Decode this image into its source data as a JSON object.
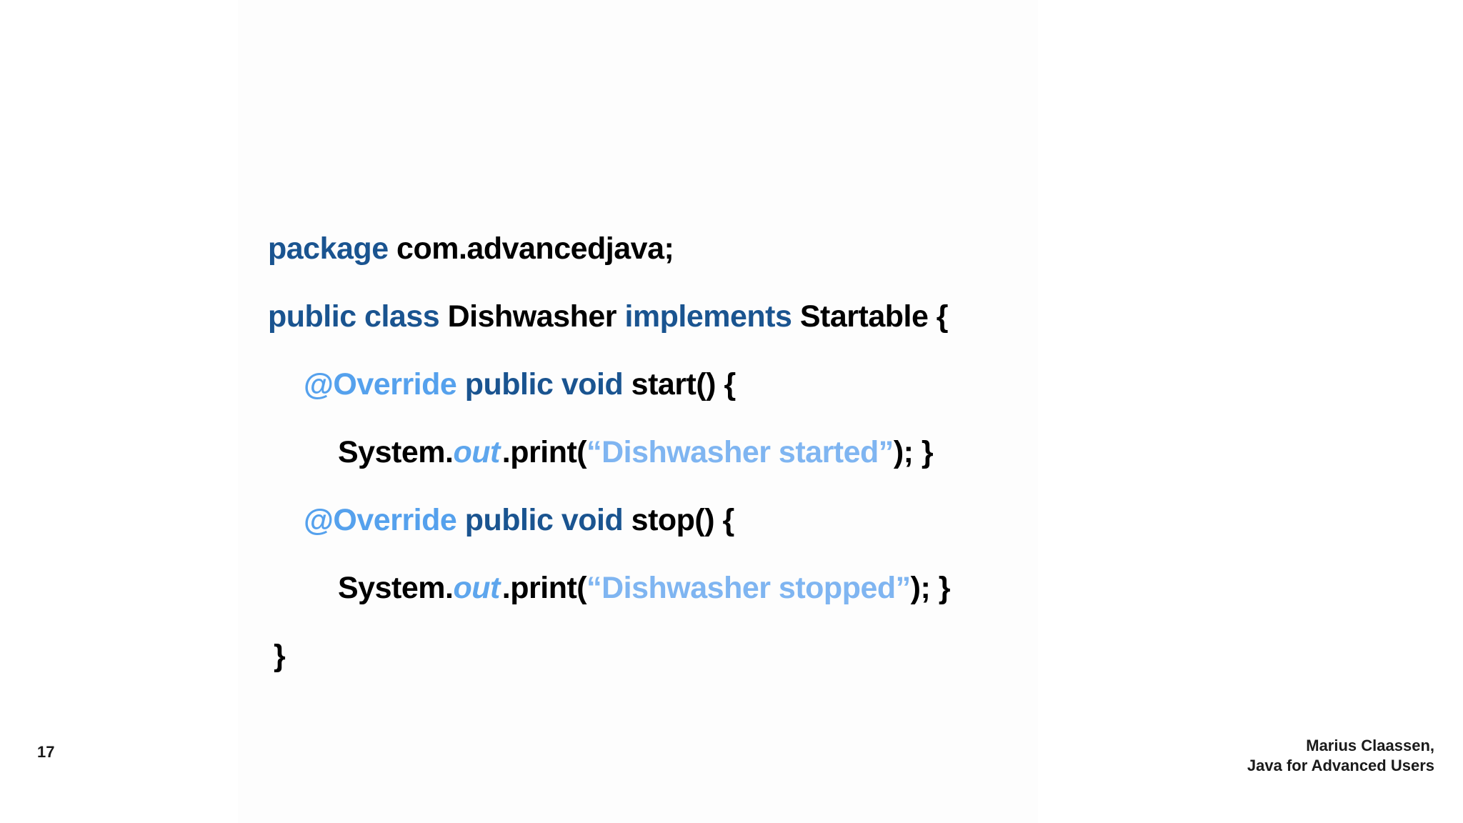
{
  "slide": {
    "page_number": "17",
    "credit": {
      "line1": "Marius Claassen,",
      "line2": "Java for Advanced Users"
    }
  },
  "colors": {
    "background": "#ffffff",
    "plain": "#000000",
    "keyword": "#1a5490",
    "annotation": "#55a1ed",
    "field": "#5ea6ed",
    "string": "#7fb5f1"
  },
  "code": {
    "language": "java",
    "lines": [
      {
        "indent": 0,
        "tokens": [
          {
            "type": "keyword",
            "text": "package"
          },
          {
            "type": "plain",
            "text": " com.advancedjava;"
          }
        ]
      },
      {
        "indent": 0,
        "tokens": [
          {
            "type": "keyword",
            "text": "public class"
          },
          {
            "type": "plain",
            "text": " Dishwasher "
          },
          {
            "type": "keyword",
            "text": "implements"
          },
          {
            "type": "plain",
            "text": " Startable {"
          }
        ]
      },
      {
        "indent": 1,
        "tokens": [
          {
            "type": "annotation",
            "text": "@Override"
          },
          {
            "type": "keyword",
            "text": " public void"
          },
          {
            "type": "plain",
            "text": " start() {"
          }
        ]
      },
      {
        "indent": 2,
        "tokens": [
          {
            "type": "plain",
            "text": "System."
          },
          {
            "type": "field",
            "text": "out"
          },
          {
            "type": "plain",
            "text": ".print("
          },
          {
            "type": "string",
            "text": "“Dishwasher started”"
          },
          {
            "type": "plain",
            "text": "); }"
          }
        ]
      },
      {
        "indent": 1,
        "tokens": [
          {
            "type": "annotation",
            "text": "@Override"
          },
          {
            "type": "keyword",
            "text": " public void"
          },
          {
            "type": "plain",
            "text": " stop() {"
          }
        ]
      },
      {
        "indent": 2,
        "tokens": [
          {
            "type": "plain",
            "text": "System."
          },
          {
            "type": "field",
            "text": "out"
          },
          {
            "type": "plain",
            "text": ".print("
          },
          {
            "type": "string",
            "text": "“Dishwasher stopped”"
          },
          {
            "type": "plain",
            "text": "); }"
          }
        ]
      },
      {
        "indent": 0,
        "tokens": [
          {
            "type": "plain",
            "text": "}"
          }
        ]
      }
    ]
  }
}
